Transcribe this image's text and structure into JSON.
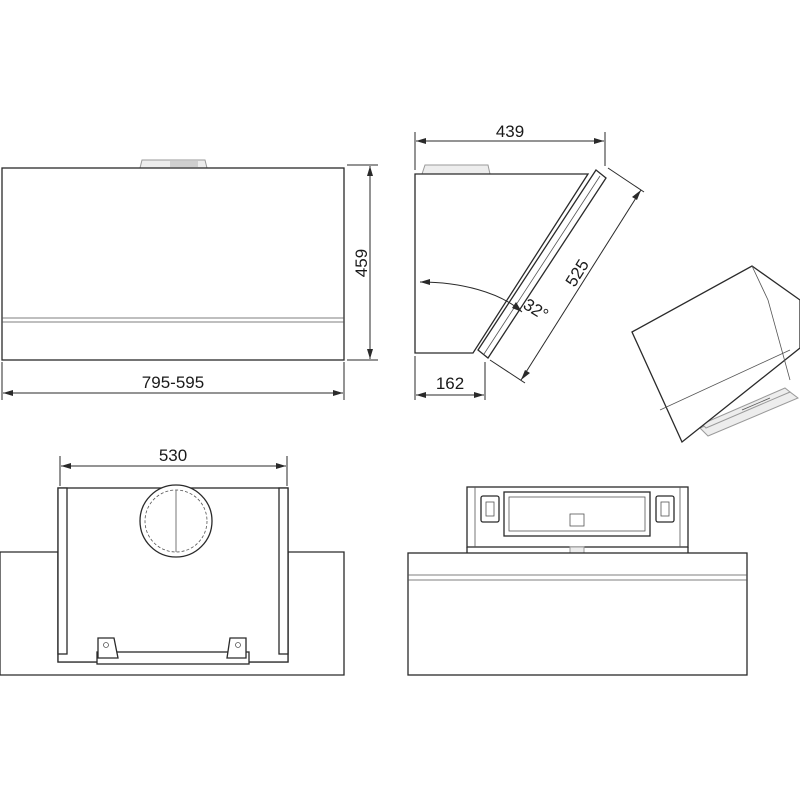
{
  "dimensions": {
    "height": "459",
    "width_range": "795-595",
    "depth": "439",
    "glass_length": "525",
    "angle": "32°",
    "base_depth": "162",
    "duct_spacing": "530"
  }
}
